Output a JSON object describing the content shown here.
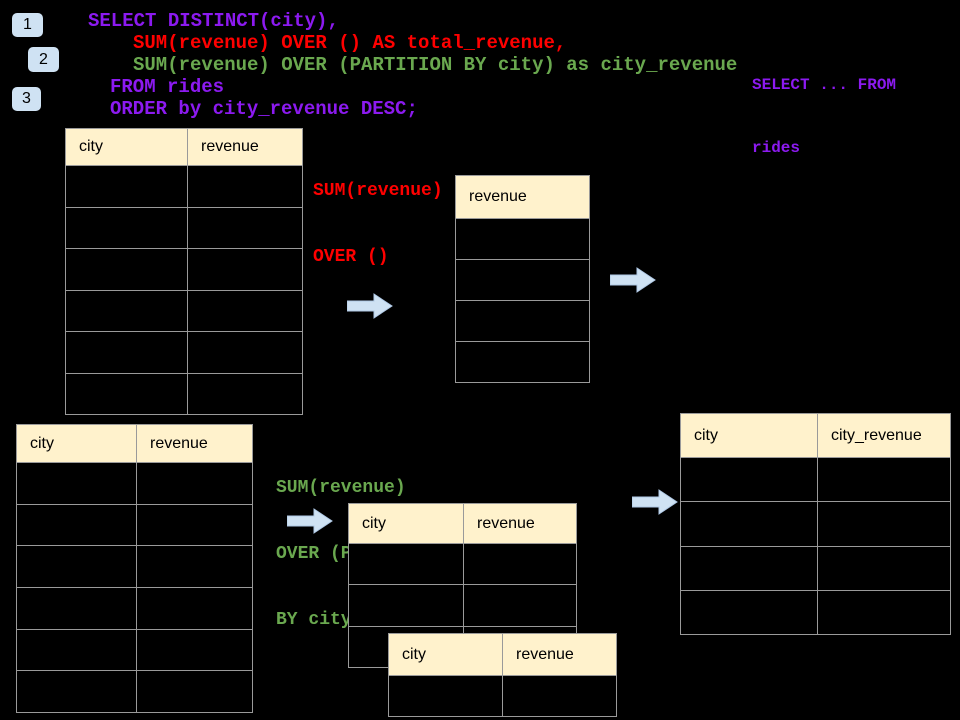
{
  "colors": {
    "background": "#000000",
    "sql_purple": "#8C1AF0",
    "sql_red": "#FF0000",
    "sql_green": "#6AA84F",
    "table_header_fill": "#FFF2CC",
    "grid_line": "#9A9A9A",
    "arrow_fill": "#CFE2F3",
    "badge_fill": "#CFE2F3"
  },
  "badges": {
    "b1": "1",
    "b2": "2",
    "b3": "3"
  },
  "sql_code": {
    "line1": "SELECT DISTINCT(city),",
    "line2": "SUM(revenue) OVER () AS total_revenue,",
    "line3": "SUM(revenue) OVER (PARTITION BY city) as city_revenue",
    "line4": "FROM rides",
    "line5": "ORDER by city_revenue DESC;"
  },
  "side_note": {
    "line1": "SELECT ... FROM",
    "line2": "rides"
  },
  "annotations": {
    "total_window": {
      "line1": "SUM(revenue)",
      "line2": "OVER ()"
    },
    "partition_window": {
      "line1": "SUM(revenue)",
      "line2": "OVER (PARTITION",
      "line3": "BY city)"
    }
  },
  "tables": {
    "source_top": {
      "headers": [
        "city",
        "revenue"
      ],
      "row_count": 6
    },
    "total_result": {
      "headers": [
        "revenue"
      ],
      "row_count": 4
    },
    "source_bottom": {
      "headers": [
        "city",
        "revenue"
      ],
      "row_count": 6
    },
    "partition_mid": {
      "headers": [
        "city",
        "revenue"
      ],
      "row_count": 3
    },
    "partition_overlay": {
      "headers": [
        "city",
        "revenue"
      ],
      "row_count": 1
    },
    "final_result": {
      "headers": [
        "city",
        "city_revenue"
      ],
      "row_count": 4
    }
  }
}
